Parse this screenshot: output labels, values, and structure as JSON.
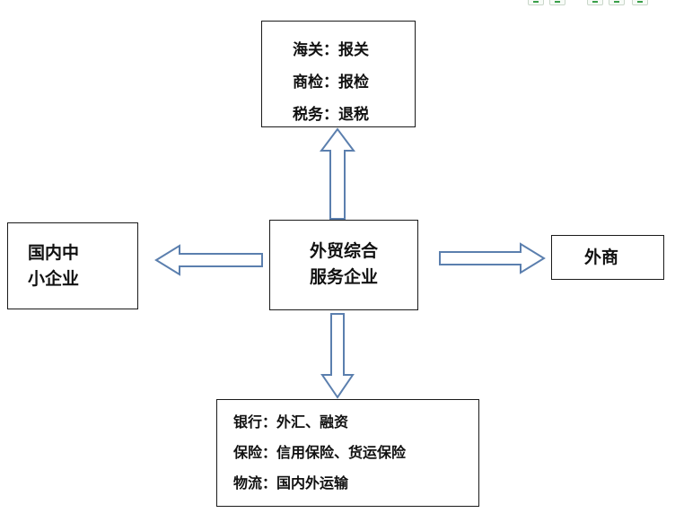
{
  "diagram": {
    "center": {
      "line1": "外贸综合",
      "line2": "服务企业"
    },
    "top": {
      "rows": [
        "海关：报关",
        "商检：报检",
        "税务：退税"
      ]
    },
    "left": {
      "line1": "国内中",
      "line2": "小企业"
    },
    "right": {
      "label": "外商"
    },
    "bottom": {
      "rows": [
        "银行：外汇、融资",
        "保险：信用保险、货运保险",
        "物流：国内外运输"
      ]
    }
  },
  "colors": {
    "arrow_stroke": "#5b7fae",
    "box_border": "#1a1a1a"
  },
  "icons": [
    "arrow-up-icon",
    "arrow-left-icon",
    "arrow-right-icon",
    "arrow-down-icon"
  ]
}
